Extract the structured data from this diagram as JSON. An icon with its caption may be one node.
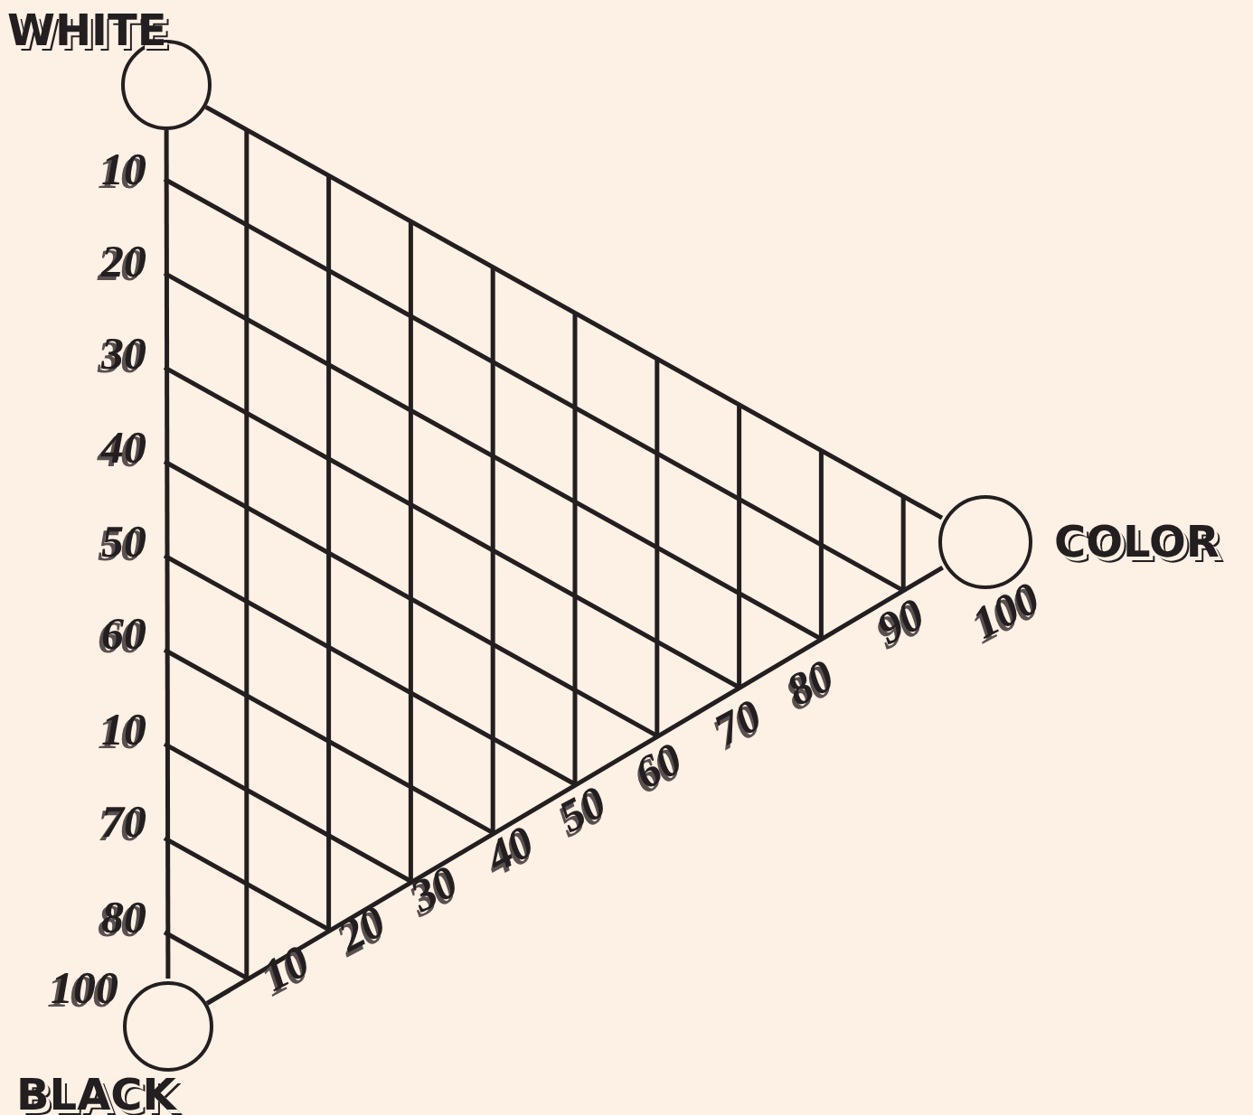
{
  "diagram": {
    "nodes": [
      {
        "text": [
          "WHITE"
        ]
      },
      {
        "text": [
          "BLACK"
        ]
      },
      {
        "text": [
          "COLOR"
        ]
      }
    ],
    "edges": [
      {
        "from": 0,
        "to": 1,
        "arrow": "none"
      },
      {
        "from": 0,
        "to": 2,
        "arrow": "none"
      },
      {
        "from": 1,
        "to": 2,
        "arrow": "none"
      }
    ],
    "labels": [
      "10",
      "20",
      "30",
      "40",
      "50",
      "60",
      "10",
      "70",
      "80",
      "100",
      "10",
      "20",
      "30",
      "40",
      "50",
      "60",
      "70",
      "80",
      "90",
      "100"
    ]
  }
}
